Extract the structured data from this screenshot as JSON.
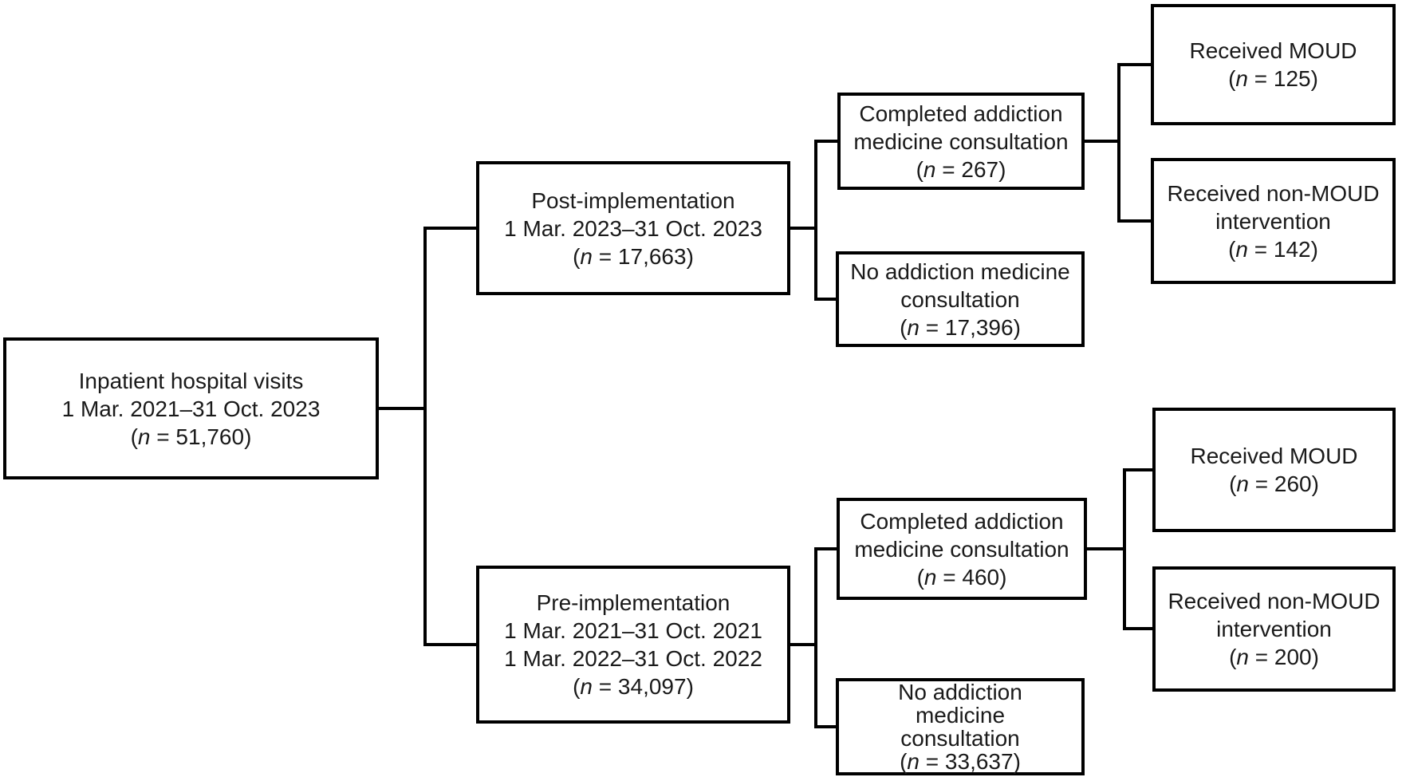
{
  "figure": {
    "type": "flow-diagram",
    "background": "#ffffff",
    "line_color": "#000000",
    "text_color": "#1a1a1a"
  },
  "n_format": {
    "open": "(",
    "label": "n",
    "eq": " = ",
    "close": ")"
  },
  "nodes": {
    "root": {
      "lines": [
        "Inpatient hospital visits",
        "1 Mar. 2021–31 Oct. 2023"
      ],
      "n": "51,760"
    },
    "post": {
      "lines": [
        "Post-implementation",
        "1 Mar. 2023–31 Oct. 2023"
      ],
      "n": "17,663"
    },
    "pre": {
      "lines": [
        "Pre-implementation",
        "1 Mar. 2021–31 Oct. 2021",
        "1 Mar. 2022–31 Oct. 2022"
      ],
      "n": "34,097"
    },
    "post_consult": {
      "lines": [
        "Completed addiction",
        "medicine consultation"
      ],
      "n": "267"
    },
    "post_no_consult": {
      "lines": [
        "No addiction medicine",
        "consultation"
      ],
      "n": "17,396"
    },
    "post_moud": {
      "lines": [
        "Received MOUD"
      ],
      "n": "125"
    },
    "post_non_moud": {
      "lines": [
        "Received non-MOUD",
        "intervention"
      ],
      "n": "142"
    },
    "pre_consult": {
      "lines": [
        "Completed addiction",
        "medicine consultation"
      ],
      "n": "460"
    },
    "pre_no_consult": {
      "lines": [
        "No addiction",
        "medicine",
        "consultation"
      ],
      "n": "33,637"
    },
    "pre_moud": {
      "lines": [
        "Received MOUD"
      ],
      "n": "260"
    },
    "pre_non_moud": {
      "lines": [
        "Received non-MOUD",
        "intervention"
      ],
      "n": "200"
    }
  }
}
